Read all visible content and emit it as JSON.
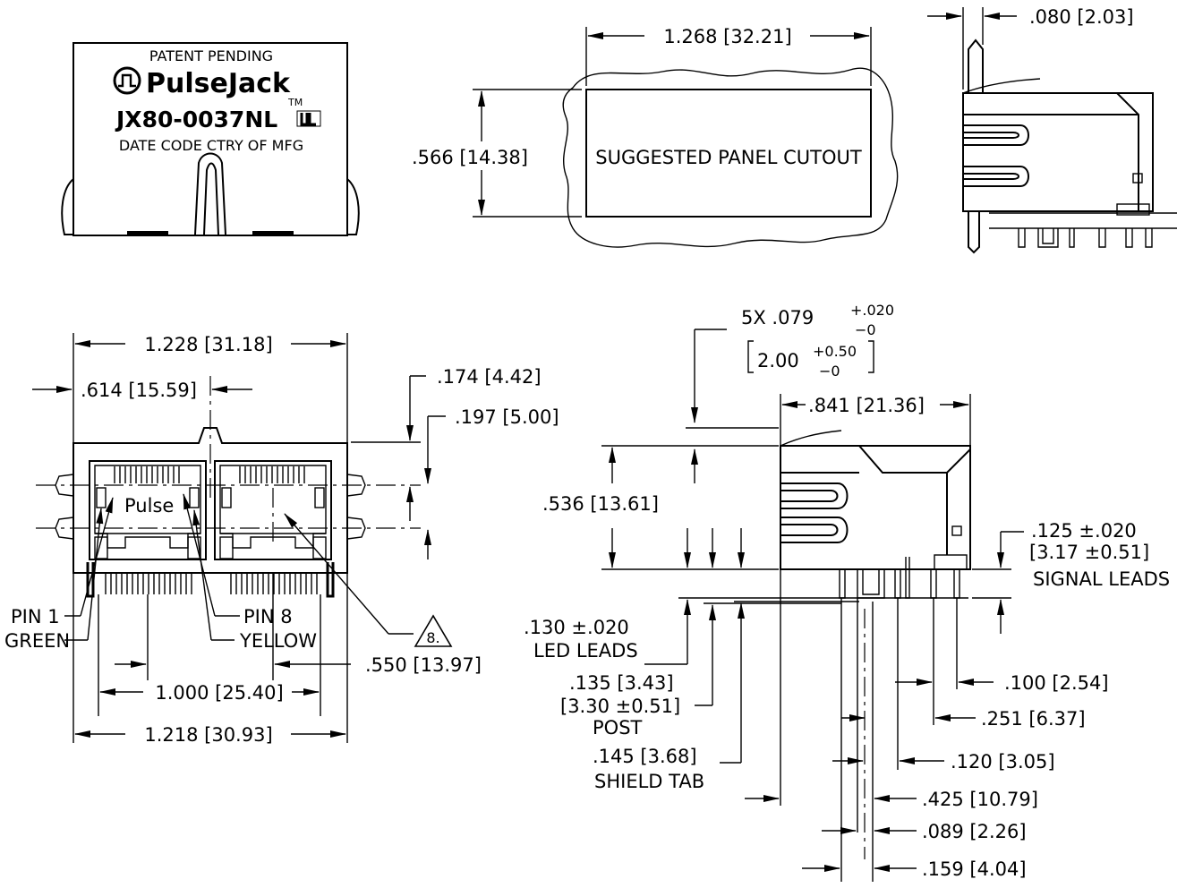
{
  "label": {
    "patent": "PATENT PENDING",
    "brand": "PulseJack",
    "tm": "TM",
    "part": "JX80-0037NL",
    "datecode": "DATE CODE CTRY OF MFG"
  },
  "cutout": {
    "text": "SUGGESTED PANEL CUTOUT",
    "width": "1.268 [32.21]",
    "height": ".566 [14.38]"
  },
  "side_top": {
    "lead": ".080 [2.03]"
  },
  "front": {
    "pulse": "Pulse",
    "overall_width": "1.228 [31.18]",
    "half_width": ".614 [15.59]",
    "d174": ".174 [4.42]",
    "d197": ".197 [5.00]",
    "pin1": "PIN 1",
    "green": "GREEN",
    "pin8": "PIN 8",
    "yellow": "YELLOW",
    "note": "8.",
    "d550": ".550 [13.97]",
    "d1000": "1.000 [25.40]",
    "d1218": "1.218 [30.93]"
  },
  "side": {
    "p5x": "5X  .079",
    "tol_in_up": "+.020",
    "tol_in_dn": "−0",
    "mm_val": "2.00",
    "tol_mm_up": "+0.50",
    "tol_mm_dn": "−0",
    "d841": ".841 [21.36]",
    "d536": ".536 [13.61]",
    "d125": ".125  ±.020",
    "d125mm": "[3.17  ±0.51]",
    "signal": "SIGNAL  LEADS",
    "d130": ".130  ±.020",
    "led": "LED  LEADS",
    "d135": ".135 [3.43]",
    "d135mm": "[3.30  ±0.51]",
    "post": "POST",
    "d145": ".145 [3.68]",
    "shield": "SHIELD  TAB",
    "d100": ".100 [2.54]",
    "d251": ".251 [6.37]",
    "d120": ".120 [3.05]",
    "d425": ".425 [10.79]",
    "d089": ".089 [2.26]",
    "d159": ".159 [4.04]"
  }
}
